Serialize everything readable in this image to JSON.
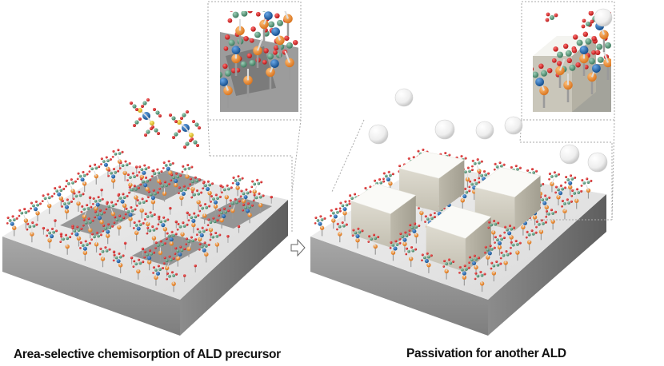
{
  "figure": {
    "panels": [
      {
        "id": "left",
        "caption": "Area-selective chemisorption of ALD precursor",
        "depicts": "substrate with patterned surface; precursor molecules chemisorbed on selective regions; two free precursor molecules above; zoom inset of surface"
      },
      {
        "id": "right",
        "caption": "Passivation for another ALD",
        "depicts": "substrate with four grown blocks between chemisorbed molecules; inhibitor spheres above; zoom inset of block edge"
      }
    ],
    "arrow": {
      "direction": "right",
      "meaning": "process step transition"
    },
    "colors": {
      "substrate_top": "#e9e9e9",
      "substrate_front": "#8a8a8a",
      "substrate_side": "#6e6e6e",
      "patch": "#7a7a7a",
      "block": "#d9d6cc",
      "atom_orange": "#e8872e",
      "atom_red": "#cc2020",
      "atom_green": "#4f8f72",
      "atom_blue": "#1f5fa8",
      "atom_yellow": "#e0c020",
      "sphere": "#f4f4f4",
      "dotted_line": "#aaaaaa"
    }
  }
}
